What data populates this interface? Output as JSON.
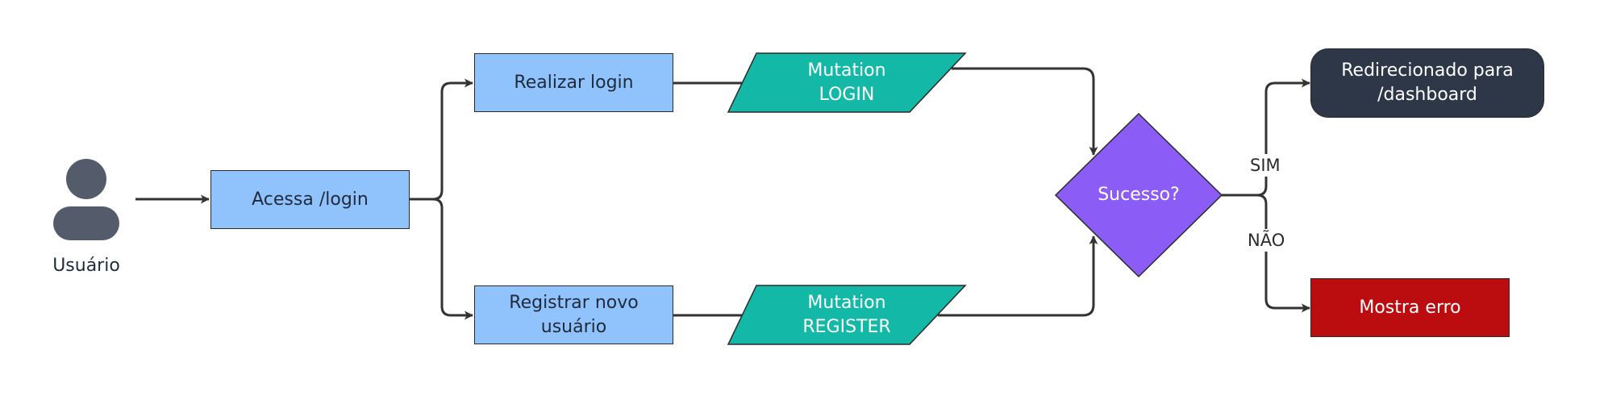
{
  "actor": {
    "label": "Usuário",
    "icon": "user-icon"
  },
  "nodes": {
    "access_login": {
      "label": "Acessa /login"
    },
    "do_login": {
      "label": "Realizar login"
    },
    "register_user": {
      "label": "Registrar novo usuário"
    },
    "mutation_login": {
      "line1": "Mutation",
      "line2": "LOGIN"
    },
    "mutation_register": {
      "line1": "Mutation",
      "line2": "REGISTER"
    },
    "decision": {
      "label": "Sucesso?"
    },
    "redirect": {
      "line1": "Redirecionado para",
      "line2": "/dashboard"
    },
    "error": {
      "label": "Mostra erro"
    }
  },
  "edge_labels": {
    "yes": "SIM",
    "no": "NÃO"
  },
  "colors": {
    "rect_blue": "#90c2fb",
    "parallelogram_teal": "#14b8a6",
    "decision_purple": "#8b5cf6",
    "terminal_dark": "#2e3748",
    "error_red": "#bb0c0f",
    "actor_gray": "#545b6b",
    "edge": "#333333"
  }
}
